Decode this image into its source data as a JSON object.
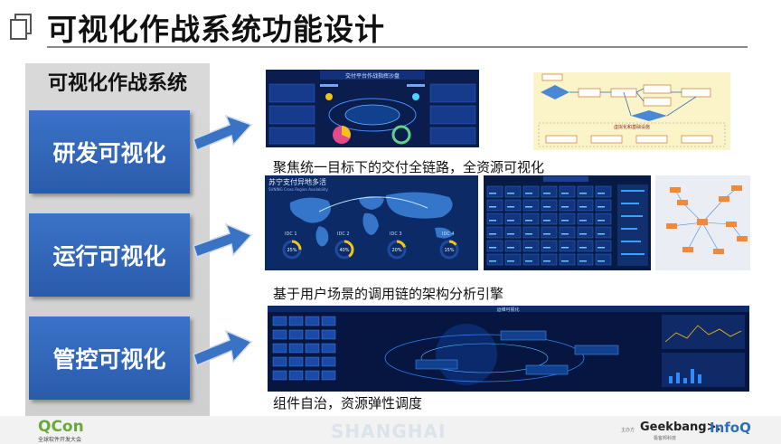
{
  "slide": {
    "title": "可视化作战系统功能设计"
  },
  "panel": {
    "heading": "可视化作战系统",
    "buttons": [
      "研发可视化",
      "运行可视化",
      "管控可视化"
    ]
  },
  "screens": {
    "s1_title": "交付平台作战指挥沙盘",
    "s2_label": "虚拟化和基础设施",
    "s3_title": "苏宁支付异地多活",
    "s3_subtitle": "SUNING Cross Region Availability",
    "s3_idcs": [
      {
        "name": "IDC 1",
        "pct": "25%",
        "value": 25
      },
      {
        "name": "IDC 2",
        "pct": "40%",
        "value": 40
      },
      {
        "name": "IDC 3",
        "pct": "20%",
        "value": 20
      },
      {
        "name": "IDC 4",
        "pct": "15%",
        "value": 15
      }
    ],
    "s6_title": "运维可视化"
  },
  "captions": [
    "聚焦统一目标下的交付全链路，全资源可视化",
    "基于用户场景的调用链的架构分析引擎",
    "组件自治，资源弹性调度"
  ],
  "footer": {
    "qcon": "QCon",
    "qcon_sub": "全球软件开发大会",
    "city": "SHANGHAI",
    "hosted_by": "主办方",
    "geekbang": "Geekbang>.",
    "geekbang_sub": "极客邦科技",
    "infoq": "InfoQ"
  },
  "colors": {
    "button_blue": "#2f63b5",
    "panel_gray": "#d4d4d4",
    "dash_navy": "#0a1d4d",
    "accent_yellow": "#f0c419"
  }
}
